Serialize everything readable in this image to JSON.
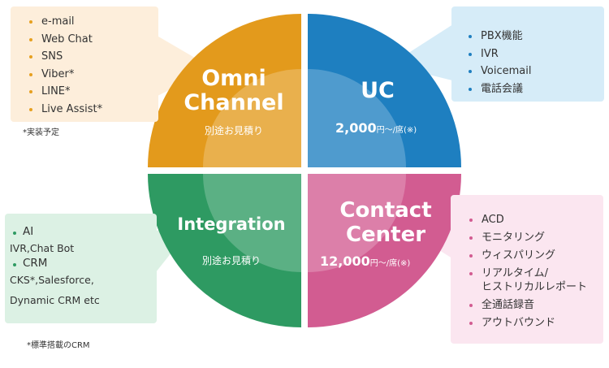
{
  "colors": {
    "omni": "#e39a1c",
    "uc": "#1e7fc0",
    "integration": "#2e9a62",
    "contact_center": "#d25c91"
  },
  "quadrants": {
    "omni": {
      "title_line1": "Omni",
      "title_line2": "Channel",
      "subtitle": "別途お見積り"
    },
    "uc": {
      "title": "UC",
      "price": "2,000",
      "price_unit": "円〜/席(※)"
    },
    "integration": {
      "title": "Integration",
      "subtitle": "別途お見積り"
    },
    "contact_center": {
      "title_line1": "Contact",
      "title_line2": "Center",
      "price": "12,000",
      "price_unit": "円〜/席(※)"
    }
  },
  "omni_box": {
    "items": [
      "e-mail",
      "Web Chat",
      "SNS",
      "Viber*",
      "LINE*",
      "Live Assist*"
    ],
    "note": "*実装予定"
  },
  "uc_box": {
    "items": [
      "PBX機能",
      "IVR",
      "Voicemail",
      "電話会議"
    ]
  },
  "integration_box": {
    "ai": "AI",
    "ai_detail": "IVR,Chat Bot",
    "crm": "CRM",
    "crm_detail_1": "CKS*,Salesforce,",
    "crm_detail_2": "Dynamic CRM etc",
    "note": "*標準搭載のCRM"
  },
  "cc_box": {
    "items": [
      "ACD",
      "モニタリング",
      "ウィスパリング",
      "リアルタイム/"
    ],
    "item_cont": "ヒストリカルレポート",
    "items2": [
      "全通話録音",
      "アウトバウンド"
    ]
  }
}
